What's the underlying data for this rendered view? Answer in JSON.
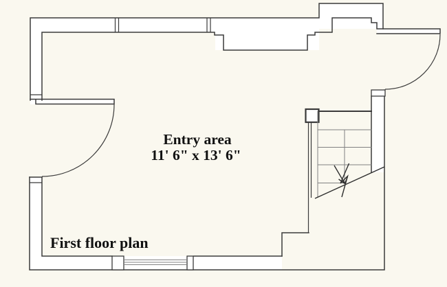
{
  "title": "First floor plan",
  "room": {
    "name": "Entry area",
    "dimensions": "11' 6\" x 13' 6\""
  },
  "colors": {
    "background": "#FAF8EF",
    "wall_line": "#3A3A3A",
    "wall_fill": "#FFFFFF",
    "detail_line": "#808080",
    "text": "#111111"
  }
}
